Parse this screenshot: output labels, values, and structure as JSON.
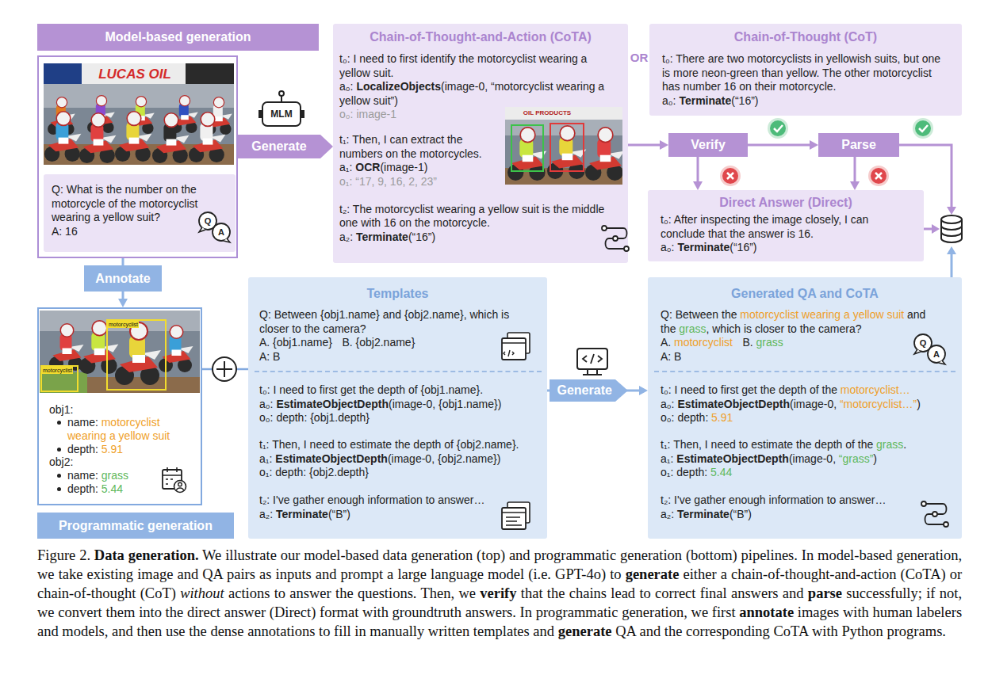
{
  "diagram": {
    "caption": "Figure 2. Data generation. We illustrate our model-based data generation (top) and programmatic generation (bottom) pipelines. In model-based generation, we take existing image and QA pairs as inputs and prompt a large language model (i.e. GPT-4o) to generate either a chain-of-thought-and-action (CoTA) or chain-of-thought (CoT) without actions to answer the questions. Then, we verify that the chains lead to correct final answers and parse successfully; if not, we convert them into the direct answer (Direct) format with groundtruth answers. In programmatic generation, we first annotate images with human labelers and models, and then use the dense annotations to fill in manually written templates and generate QA and the corresponding CoTA with Python programs.",
    "nodes": [
      {
        "text": [
          "Model-based generation"
        ]
      },
      {
        "text": [
          "Q: What is the number on the motorcycle of the motorcyclist wearing a yellow suit?",
          "A: 16"
        ],
        "in": 0
      },
      {
        "text": [
          "Chain-of-Thought-and-Action (CoTA)",
          "t₀: I need to first identify the motorcyclist wearing a yellow suit.",
          "a₀: LocalizeObjects(image-0, “motorcyclist wearing a yellow suit”)",
          "o₀: image-1",
          "t₁: Then, I can extract the numbers on the motorcycles.",
          "a₁: OCR(image-1)",
          "o₁: “17, 9, 16, 2, 23”",
          "t₂: The motorcyclist wearing a yellow suit is the middle one with 16 on the motorcycle.",
          "a₂: Terminate(“16”)"
        ]
      },
      {
        "text": [
          "Chain-of-Thought (CoT)",
          "t₀: There are two motorcyclists in yellowish suits, but one is more neon-green than yellow. The other motorcyclist has number 16 on their motorcycle.",
          "a₀: Terminate(“16”)"
        ]
      },
      {
        "text": [
          "Verify"
        ]
      },
      {
        "text": [
          "Parse"
        ]
      },
      {
        "text": [
          "Direct Answer (Direct)",
          "t₀: After inspecting the image closely, I can conclude that the answer is 16.",
          "a₀: Terminate(“16”)"
        ]
      },
      {
        "text": [
          "Programmatic generation",
          "obj1:",
          "name:",
          "motorcyclist wearing a yellow suit",
          "depth:",
          "5.91",
          "obj2:",
          "name:",
          "grass",
          "depth:",
          "5.44"
        ]
      },
      {
        "text": [
          "Templates",
          "Q: Between {obj1.name} and {obj2.name}, which is closer to the camera?",
          "A. {obj1.name}",
          "B. {obj2.name}",
          "A: B",
          "t₀: I need to first get the depth of {obj1.name}.",
          "a₀: EstimateObjectDepth(image-0, {obj1.name})",
          "o₀: depth: {obj1.depth}",
          "t₁: Then, I need to estimate the depth of {obj2.name}.",
          "a₁: EstimateObjectDepth(image-0, {obj2.name})",
          "o₁: depth: {obj2.depth}",
          "t₂: I've gather enough information to answer…",
          "a₂: Terminate(“B”)"
        ]
      },
      {
        "text": [
          "Generated QA and CoTA",
          "Q: Between the",
          "motorcyclist wearing a yellow suit",
          "and the",
          "grass",
          ", which is closer to the camera?",
          "A.",
          "motorcyclist",
          "B.",
          "grass",
          "A: B",
          "t₀: I need to first get the depth of the",
          "motorcyclist…",
          "a₀: EstimateObjectDepth(image-0,",
          "“motorcyclist…”",
          ")",
          "o₀: depth:",
          "5.91",
          "t₁: Then, I need to estimate the depth of the",
          "grass",
          ".",
          "a₁: EstimateObjectDepth(image-0,",
          "“grass”",
          ")",
          "o₁: depth:",
          "5.44",
          "t₂: I've gather enough information to answer…",
          "a₂: Terminate(“B”)"
        ]
      }
    ],
    "edges": [
      {
        "from": 0,
        "to": 2,
        "arrow": "to",
        "label": "Generate"
      },
      {
        "from": 2,
        "to": 4,
        "arrow": "to"
      },
      {
        "from": 4,
        "to": 5,
        "arrow": "to"
      },
      {
        "from": 4,
        "to": 6,
        "arrow": "to"
      },
      {
        "from": 5,
        "to": 6,
        "arrow": "to"
      },
      {
        "from": 0,
        "to": 7,
        "arrow": "to",
        "label": "Annotate"
      },
      {
        "from": 7,
        "to": 8,
        "arrow": "none"
      },
      {
        "from": 8,
        "to": 9,
        "arrow": "to",
        "label": "Generate"
      }
    ],
    "labels": [
      "LUCAS OIL",
      "Q",
      "A",
      "MLM",
      "OIL PRODUCTS",
      "OR",
      "motorcyclist",
      "motorcyclist",
      "Q",
      "A"
    ]
  }
}
